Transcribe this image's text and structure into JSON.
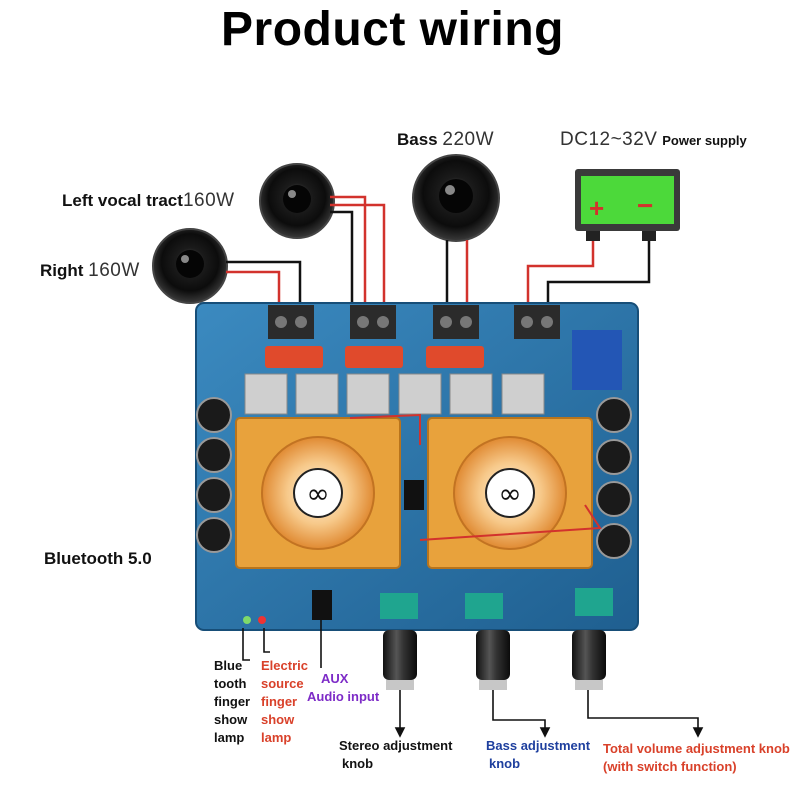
{
  "title": "Product wiring",
  "labels": {
    "left_channel": "Left vocal tract",
    "left_power": "160W",
    "right_channel": "Right",
    "right_power": "160W",
    "bass_channel": "Bass",
    "bass_power": "220W",
    "dc_supply": "DC12~32V",
    "power_supply": "Power supply",
    "bluetooth": "Bluetooth 5.0"
  },
  "battery": {
    "plus": "+",
    "minus": "−"
  },
  "captions": {
    "blue_lamp": [
      "Blue",
      "tooth",
      "finger",
      "show",
      "lamp"
    ],
    "power_lamp": [
      "Electric",
      "source",
      "finger",
      "show",
      "lamp"
    ],
    "aux": [
      "AUX",
      "Audio input"
    ],
    "stereo_knob": [
      "Stereo adjustment",
      "knob"
    ],
    "bass_knob": [
      "Bass adjustment",
      "knob"
    ],
    "volume_knob": [
      "Total volume adjustment knob",
      "(with switch function)"
    ]
  },
  "colors": {
    "board": "#2a74a8",
    "heatsink": "#e8a23c",
    "wire_red": "#d2322d",
    "wire_black": "#111111",
    "battery_green": "#4cd93a",
    "caption_red": "#d9412a",
    "caption_purple": "#7d2bc7",
    "caption_navy": "#1e3f9e"
  }
}
